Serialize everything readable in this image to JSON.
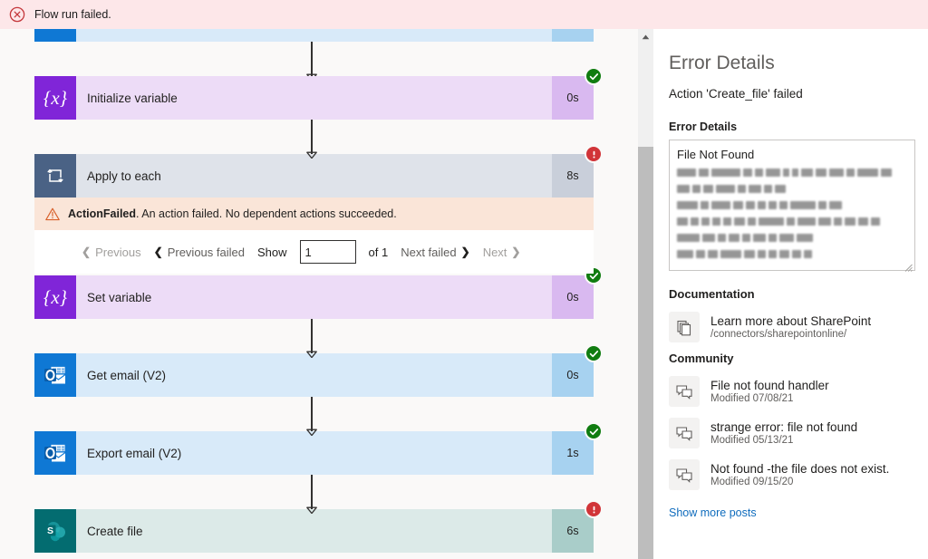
{
  "banner": {
    "icon": "error-circle-icon",
    "text": "Flow run failed."
  },
  "flow": {
    "partial_card": {
      "kind": "outlook"
    },
    "action_failed": {
      "icon": "warning-triangle-icon",
      "bold": "ActionFailed",
      "text": ". An action failed. No dependent actions succeeded."
    },
    "pager": {
      "previous": "Previous",
      "previous_failed": "Previous failed",
      "show_label": "Show",
      "show_value": "1",
      "of_label": "of 1",
      "next_failed": "Next failed",
      "next": "Next"
    },
    "steps": [
      {
        "name": "Initialize variable",
        "duration": "0s",
        "status": "ok",
        "kind": "variable",
        "icon": "variable-braces-icon"
      },
      {
        "name": "Apply to each",
        "duration": "8s",
        "status": "err",
        "kind": "loop",
        "icon": "loop-repeat-icon"
      },
      {
        "name": "Set variable",
        "duration": "0s",
        "status": "ok",
        "kind": "variable",
        "icon": "variable-braces-icon"
      },
      {
        "name": "Get email (V2)",
        "duration": "0s",
        "status": "ok",
        "kind": "outlook",
        "icon": "outlook-icon"
      },
      {
        "name": "Export email (V2)",
        "duration": "1s",
        "status": "ok",
        "kind": "outlook",
        "icon": "outlook-icon"
      },
      {
        "name": "Create file",
        "duration": "6s",
        "status": "err",
        "kind": "sharepoint",
        "icon": "sharepoint-icon"
      }
    ]
  },
  "details": {
    "title": "Error Details",
    "subtitle": "Action 'Create_file' failed",
    "error_label": "Error Details",
    "error_text": "File Not Found",
    "documentation_heading": "Documentation",
    "documentation": [
      {
        "icon": "documents-copy-icon",
        "title": "Learn more about SharePoint",
        "meta": "/connectors/sharepointonline/"
      }
    ],
    "community_heading": "Community",
    "community": [
      {
        "icon": "chat-bubbles-icon",
        "title": "File not found handler",
        "meta": "Modified 07/08/21"
      },
      {
        "icon": "chat-bubbles-icon",
        "title": "strange error: file not found",
        "meta": "Modified 05/13/21"
      },
      {
        "icon": "chat-bubbles-icon",
        "title": "Not found -the file does not exist.",
        "meta": "Modified 09/15/20"
      }
    ],
    "show_more": "Show more posts"
  },
  "colors": {
    "banner_bg": "#fde7e9",
    "error_red": "#d13438",
    "success_green": "#107c10",
    "variable_purple": "#8025d8",
    "loop_slate": "#4a6285",
    "outlook_blue": "#0f78d4",
    "sharepoint_teal": "#036c70",
    "link_blue": "#0f6cbd"
  }
}
